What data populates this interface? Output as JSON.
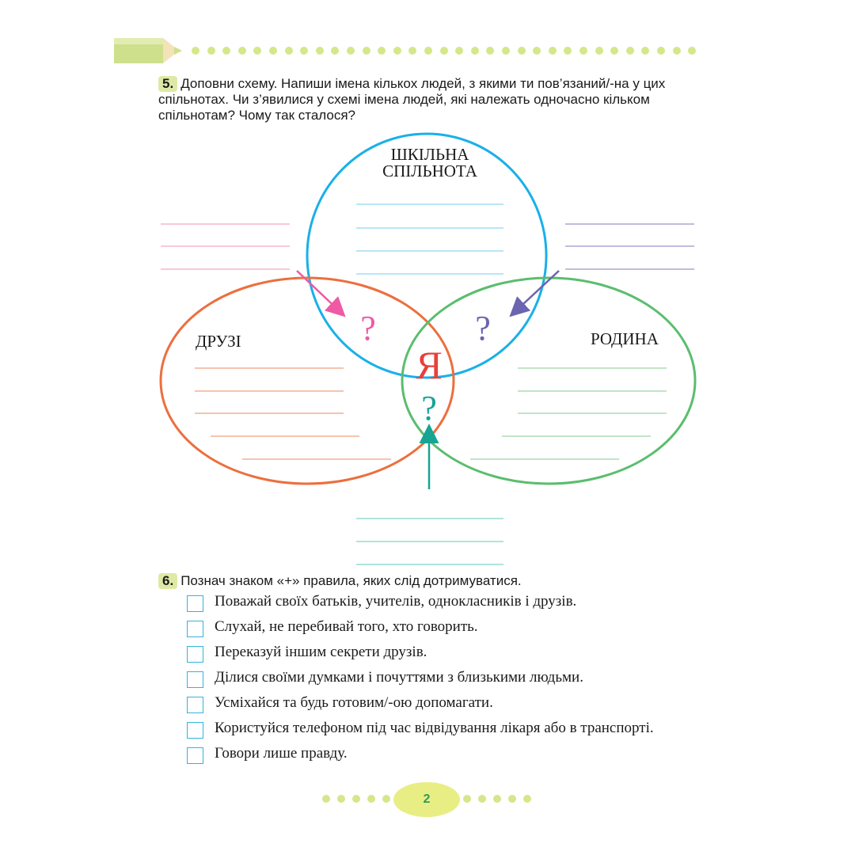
{
  "task5": {
    "number": "5.",
    "text": "Доповни схему. Напиши імена кількох людей, з якими ти пов’язаний/-на у цих спільнотах. Чи з’явилися у схемі імена людей, які належать одночасно кільком спільнотам? Чому так сталося?"
  },
  "diagram": {
    "school_label_1": "ШКІЛЬНА",
    "school_label_2": "СПІЛЬНОТА",
    "friends_label": "ДРУЗІ",
    "family_label": "РОДИНА",
    "center_label": "Я",
    "question_mark": "?",
    "colors": {
      "school": "#1ab0e8",
      "friends": "#ec6f3e",
      "family": "#5bbd6e",
      "pink": "#ee5aa4",
      "purple": "#6b64b0",
      "teal": "#16a493",
      "center": "#e8403a"
    }
  },
  "task6": {
    "number": "6.",
    "text": "Познач знаком «+» правила, яких слід дотримуватися.",
    "rules": [
      "Поважай своїх батьків, учителів, однокласників і друзів.",
      "Слухай, не перебивай того, хто говорить.",
      "Переказуй іншим секрети друзів.",
      "Ділися своїми думками і почуттями з близькими людьми.",
      "Усміхайся та будь готовим/-ою допомагати.",
      "Користуйся телефоном під час відвідування лікаря або в транспорті.",
      "Говори лише правду."
    ]
  },
  "page_number": "2"
}
